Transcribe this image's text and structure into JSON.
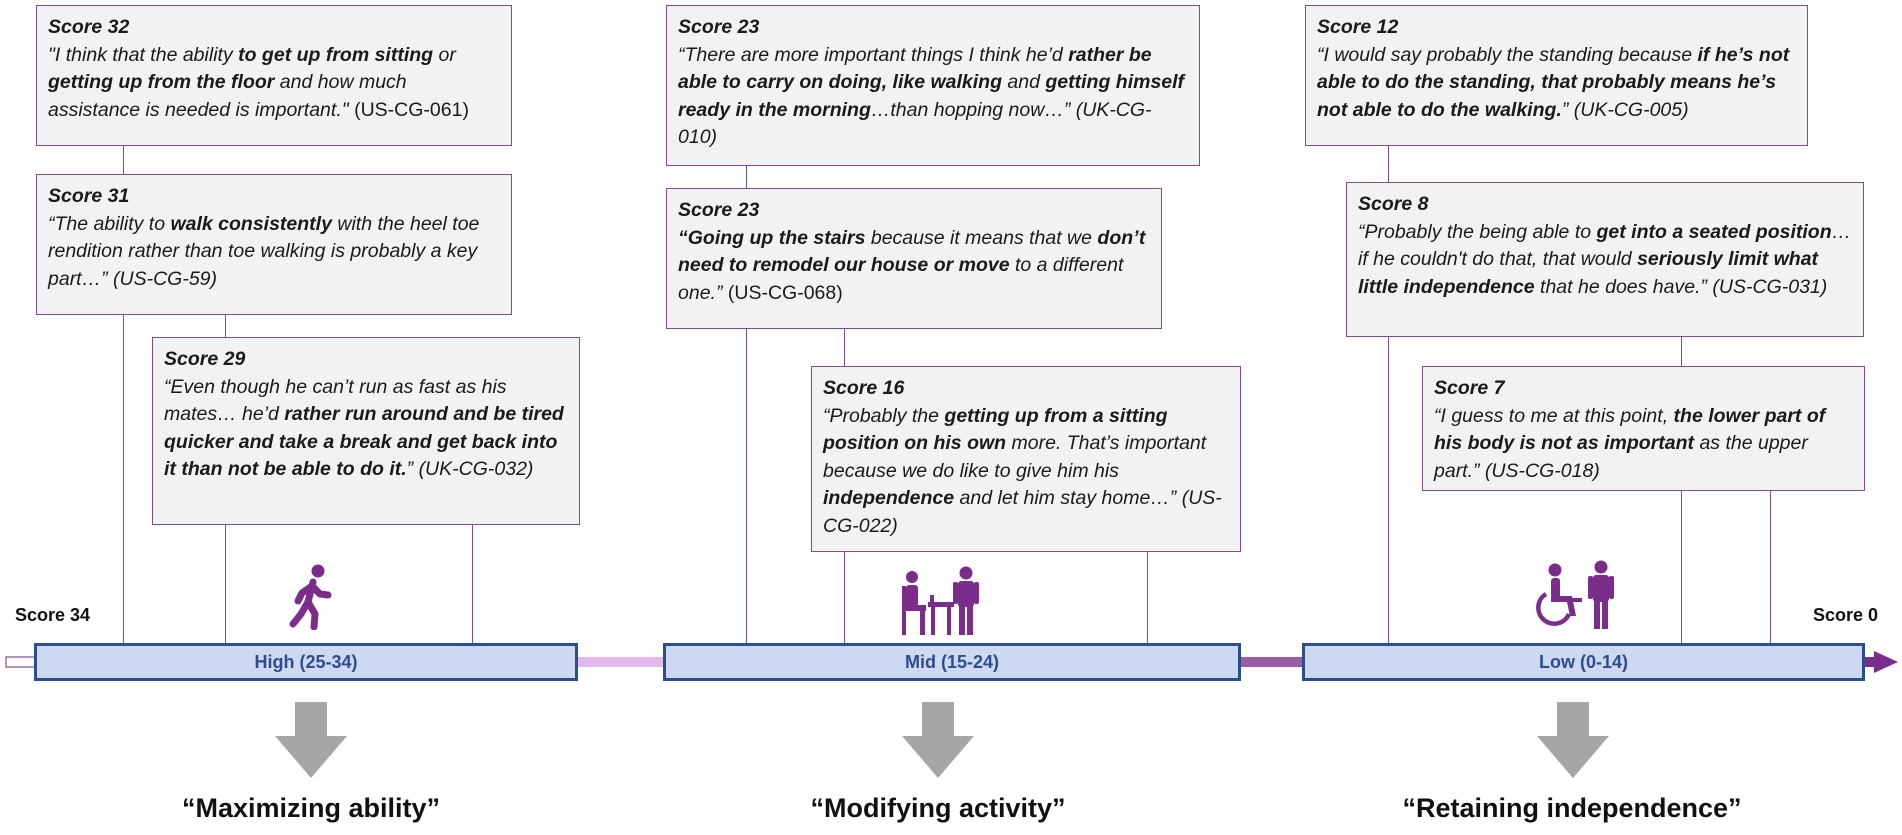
{
  "axis": {
    "start_label": "Score 34",
    "end_label": "Score 0"
  },
  "segments": [
    {
      "label": "High (25-34)"
    },
    {
      "label": "Mid (15-24)"
    },
    {
      "label": "Low (0-14)"
    }
  ],
  "takeaways": [
    "“Maximizing ability”",
    "“Modifying activity”",
    "“Retaining independence”"
  ],
  "icons": [
    "walking-person",
    "person-seated-at-table-with-standing-person",
    "wheelchair-user-with-standing-person"
  ],
  "colors": {
    "accent": "#7b2d8c",
    "segment_fill": "#ccd9f0",
    "segment_border": "#2e4d8e",
    "arrow_gray": "#a6a6a6",
    "box_border": "#7b4f8f"
  },
  "quotes": [
    {
      "score": "Score 32",
      "parts": [
        [
          "i",
          "\"I think that the ability "
        ],
        [
          "b",
          "to get up from sitting"
        ],
        [
          "i",
          " or "
        ],
        [
          "b",
          "getting up from the floor"
        ],
        [
          "i",
          " and how much assistance is needed is important.\""
        ],
        [
          "n",
          " (US-CG-061)"
        ]
      ]
    },
    {
      "score": "Score 31",
      "parts": [
        [
          "i",
          "“The ability to "
        ],
        [
          "b",
          "walk consistently"
        ],
        [
          "i",
          " with the heel toe rendition rather than toe walking is probably a key part…” (US-CG-59)"
        ]
      ]
    },
    {
      "score": "Score 29",
      "parts": [
        [
          "i",
          "“Even though he can’t run as fast as his mates… he’d "
        ],
        [
          "b",
          "rather run around and be tired quicker and take a break and get back into it than not be able to do it."
        ],
        [
          "i",
          "” (UK-CG-032)"
        ]
      ]
    },
    {
      "score": "Score 23",
      "parts": [
        [
          "i",
          "“There are more important things I think he’d "
        ],
        [
          "b",
          "rather be able to carry on doing, like walking"
        ],
        [
          "i",
          " and "
        ],
        [
          "b",
          "getting himself ready in the morning"
        ],
        [
          "i",
          "…than hopping now…” (UK-CG-010)"
        ]
      ]
    },
    {
      "score": "Score 23",
      "parts": [
        [
          "b",
          "“Going up the stairs"
        ],
        [
          "i",
          " because it means that we "
        ],
        [
          "b",
          "don’t need to remodel our house or move"
        ],
        [
          "i",
          " to a different one.”"
        ],
        [
          "n",
          " (US-CG-068)"
        ]
      ]
    },
    {
      "score": "Score 16",
      "parts": [
        [
          "i",
          "“Probably the "
        ],
        [
          "b",
          "getting up from a sitting position on his own"
        ],
        [
          "i",
          " more. That’s important because we do like to give him his "
        ],
        [
          "b",
          "independence"
        ],
        [
          "i",
          " and let him stay home…” (US-CG-022)"
        ]
      ]
    },
    {
      "score": "Score 12",
      "parts": [
        [
          "i",
          "“I would say probably the standing because "
        ],
        [
          "b",
          "if he’s not able to do the standing, that probably means he’s not able to do the walking."
        ],
        [
          "i",
          "” (UK-CG-005)"
        ]
      ]
    },
    {
      "score": "Score 8",
      "parts": [
        [
          "i",
          "“Probably the being able to "
        ],
        [
          "b",
          "get into a seated position"
        ],
        [
          "i",
          "…if he couldn't do that, that would "
        ],
        [
          "b",
          "seriously limit what little independence"
        ],
        [
          "i",
          " that he does have.” (US-CG-031)"
        ]
      ]
    },
    {
      "score": "Score 7",
      "parts": [
        [
          "i",
          "“I guess to me at this point, "
        ],
        [
          "b",
          "the lower part of his body is not as important"
        ],
        [
          "i",
          " as the upper part.” (US-CG-018)"
        ]
      ]
    }
  ]
}
